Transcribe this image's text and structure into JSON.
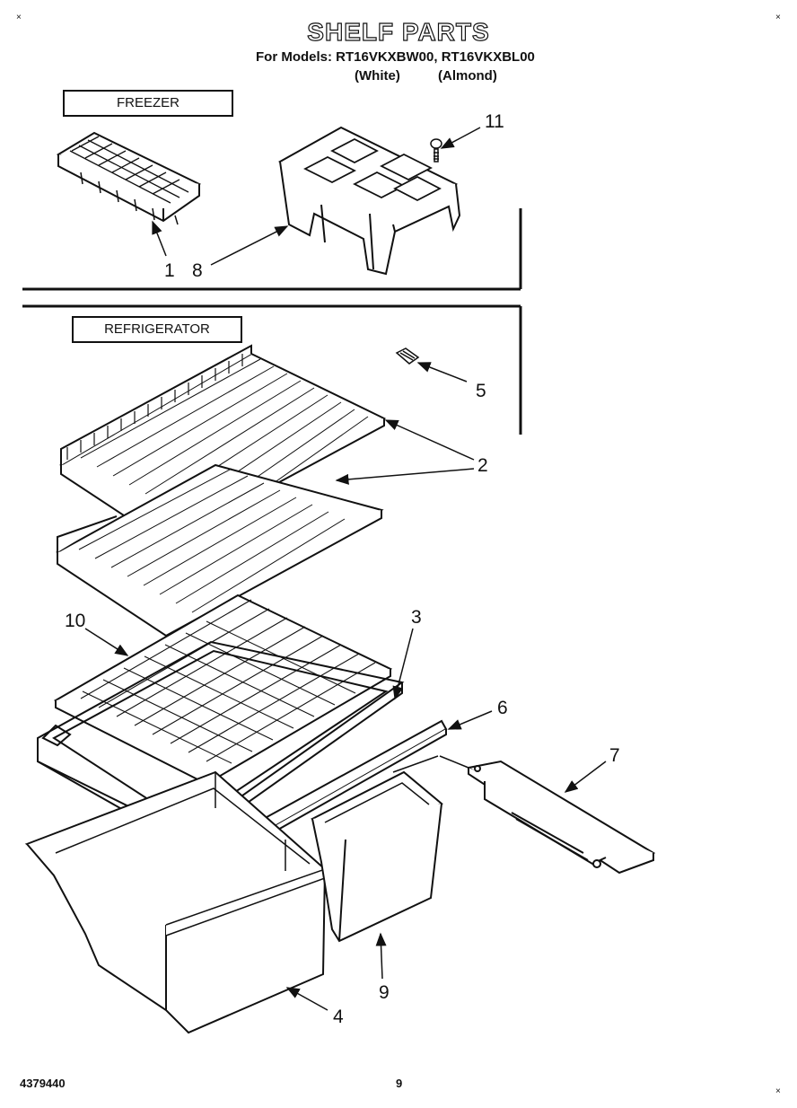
{
  "header": {
    "title": "SHELF PARTS",
    "models_line": "For Models: RT16VKXBW00, RT16VKXBL00",
    "variant_white": "(White)",
    "variant_almond": "(Almond)"
  },
  "sections": {
    "freezer": "FREEZER",
    "refrigerator": "REFRIGERATOR"
  },
  "callouts": {
    "c1": "1",
    "c8": "8",
    "c11": "11",
    "c5": "5",
    "c2": "2",
    "c10": "10",
    "c3": "3",
    "c6": "6",
    "c7": "7",
    "c9": "9",
    "c4": "4"
  },
  "footer": {
    "doc_number": "4379440",
    "page_number": "9"
  },
  "marks": {
    "corner": "×"
  }
}
